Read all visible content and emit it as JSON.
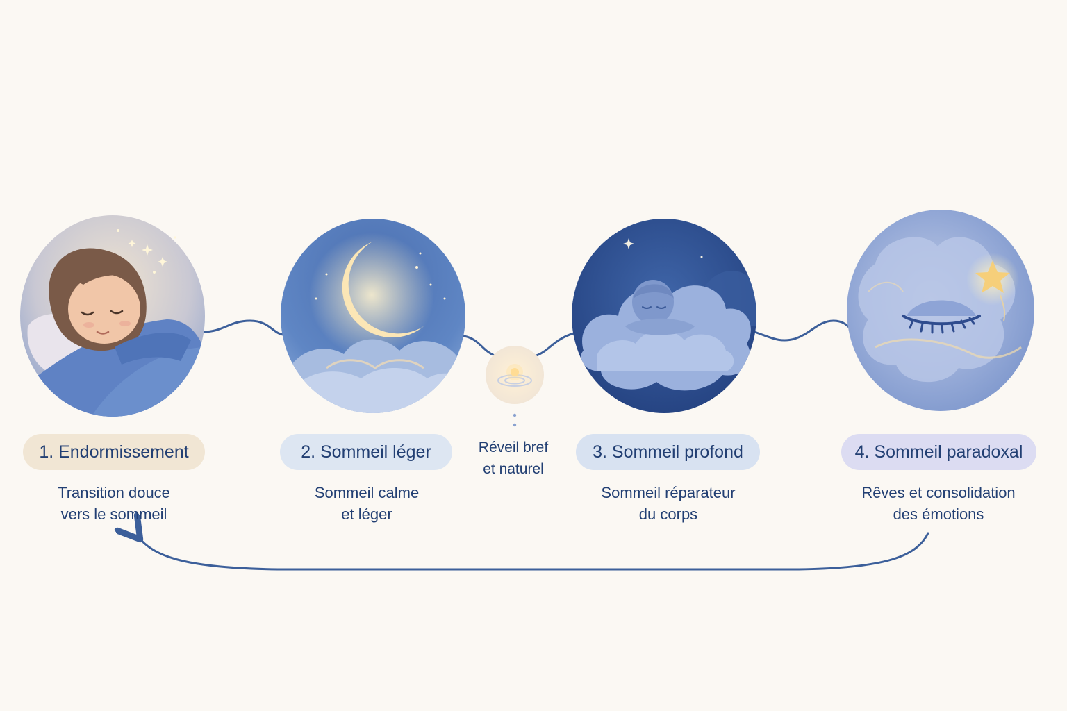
{
  "stages": [
    {
      "label": "1. Endormissement",
      "desc_line1": "Transition douce",
      "desc_line2": "vers le sommeil",
      "pill_color": "#f1e6d4",
      "icon": "sleeping-girl-icon"
    },
    {
      "label": "2. Sommeil léger",
      "desc_line1": "Sommeil calme",
      "desc_line2": "et léger",
      "pill_color": "#dde6f2",
      "icon": "crescent-moon-icon"
    },
    {
      "label": "3. Sommeil profond",
      "desc_line1": "Sommeil réparateur",
      "desc_line2": "du corps",
      "pill_color": "#d8e2f1",
      "icon": "child-on-cloud-icon"
    },
    {
      "label": "4. Sommeil paradoxal",
      "desc_line1": "Rêves et consolidation",
      "desc_line2": "des émotions",
      "pill_color": "#dcdcf2",
      "icon": "closed-eye-star-icon"
    }
  ],
  "awakening": {
    "line1": "Réveil bref",
    "line2": "et naturel",
    "icon": "water-drop-glow-icon"
  },
  "colors": {
    "background": "#fbf8f3",
    "connector": "#3c5f9a",
    "text": "#223f73"
  },
  "connector": "cycle-return-arrow"
}
